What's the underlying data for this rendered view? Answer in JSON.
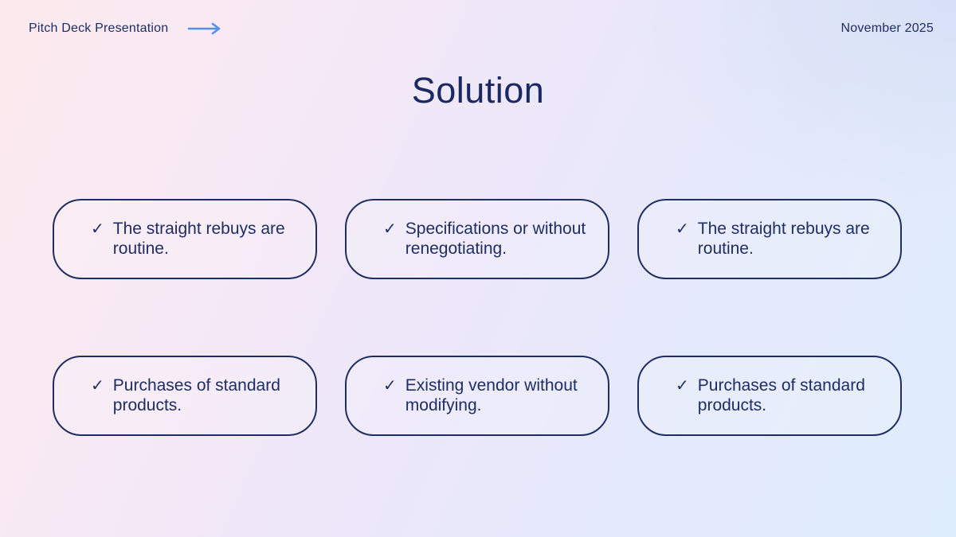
{
  "header": {
    "brand": "Pitch Deck Presentation",
    "date": "November 2025"
  },
  "slide": {
    "title": "Solution"
  },
  "icons": {
    "check": "✓",
    "arrow": "long-right-arrow"
  },
  "colors": {
    "navy_text": "#1f2d63",
    "arrow_blue": "#4f93ef",
    "bg_top_left_pink": "#fdeaee",
    "bg_bottom_right_blue": "#deedfd"
  },
  "cards": [
    {
      "text": "The straight rebuys are routine."
    },
    {
      "text": "Specifications or without renegotiating."
    },
    {
      "text": "The straight rebuys are routine."
    },
    {
      "text": "Purchases of standard products."
    },
    {
      "text": "Existing vendor without modifying."
    },
    {
      "text": "Purchases of standard products."
    }
  ]
}
